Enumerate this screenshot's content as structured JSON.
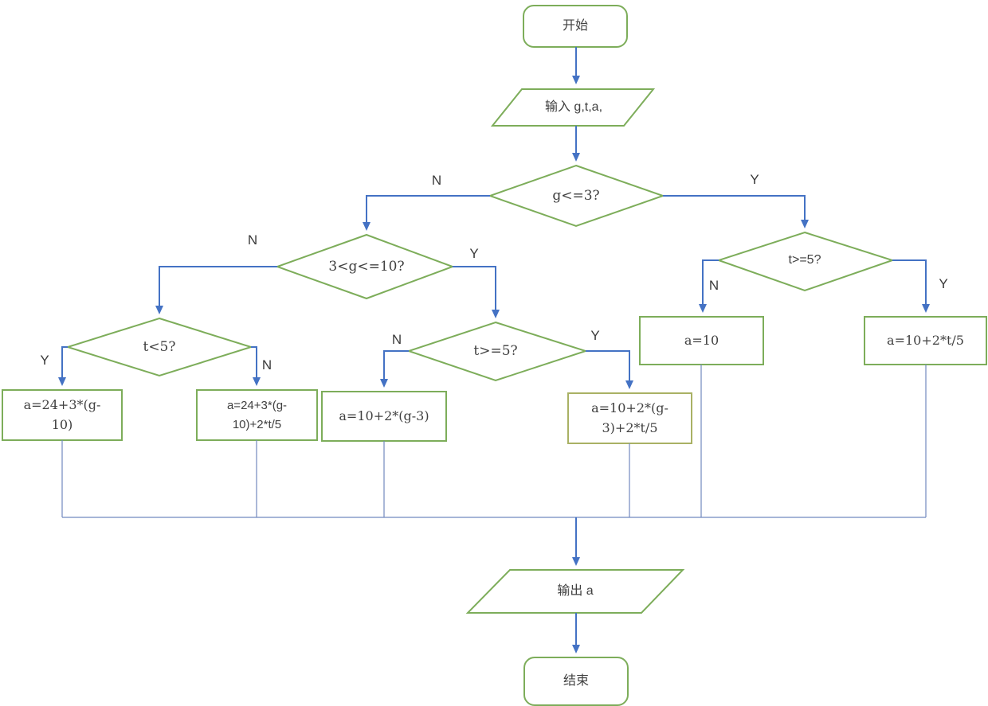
{
  "colors": {
    "shape-border": "#7dad5a",
    "shape-border-alt": "#a9b164",
    "connector": "#4472c4",
    "connector-thin": "#7289bf",
    "text": "#404040",
    "background": "#ffffff"
  },
  "nodes": {
    "start": {
      "label": "开始",
      "type": "terminator"
    },
    "input": {
      "label": "输入 g,t,a,",
      "type": "io"
    },
    "decision_g_le_3": {
      "label": "g<=3?",
      "type": "decision"
    },
    "decision_3_lt_g_le_10": {
      "label": "3<g<=10?",
      "type": "decision"
    },
    "decision_t_lt_5": {
      "label": "t<5?",
      "type": "decision"
    },
    "decision_t_ge_5_mid": {
      "label": "t>=5?",
      "type": "decision"
    },
    "decision_t_ge_5_right": {
      "label": "t>=5?",
      "type": "decision"
    },
    "process_1": {
      "label": "a=24+3*(g-10)",
      "type": "process"
    },
    "process_2": {
      "label": "a=24+3*(g-10)+2*t/5",
      "type": "process"
    },
    "process_3": {
      "label": "a=10+2*(g-3)",
      "type": "process"
    },
    "process_4": {
      "label": "a=10+2*(g-3)+2*t/5",
      "type": "process"
    },
    "process_5": {
      "label": "a=10",
      "type": "process"
    },
    "process_6": {
      "label": "a=10+2*t/5",
      "type": "process"
    },
    "output": {
      "label": "输出 a",
      "type": "io"
    },
    "end": {
      "label": "结束",
      "type": "terminator"
    }
  },
  "edge_labels": {
    "g_le_3_no": "N",
    "g_le_3_yes": "Y",
    "g_le_10_no": "N",
    "g_le_10_yes": "Y",
    "t_lt_5_yes": "Y",
    "t_lt_5_no": "N",
    "t_ge_5_mid_no": "N",
    "t_ge_5_mid_yes": "Y",
    "t_ge_5_right_no": "N",
    "t_ge_5_right_yes": "Y"
  }
}
